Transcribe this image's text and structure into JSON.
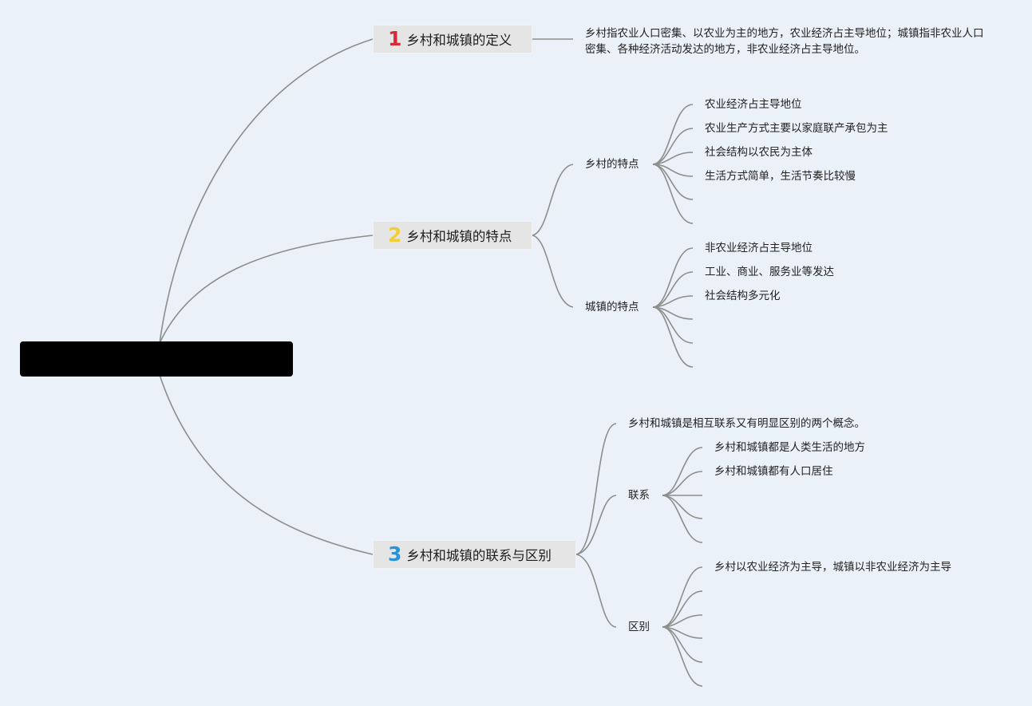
{
  "root": {
    "title": ""
  },
  "colors": {
    "background": "#eaf1f8",
    "connector": "#8a8f8c",
    "topic_fill": "#e5e5e5",
    "num1": "#d92a3a",
    "num2": "#f2cf3a",
    "num3": "#2a93d5"
  },
  "topics": [
    {
      "number": "1",
      "title": "乡村和城镇的定义",
      "note": "乡村指农业人口密集、以农业为主的地方，农业经济占主导地位；城镇指非农业人口密集、各种经济活动发达的地方，非农业经济占主导地位。"
    },
    {
      "number": "2",
      "title": "乡村和城镇的特点",
      "groups": [
        {
          "label": "乡村的特点",
          "items": [
            "农业经济占主导地位",
            "农业生产方式主要以家庭联产承包为主",
            "社会结构以农民为主体",
            "生活方式简单，生活节奏比较慢",
            "",
            ""
          ]
        },
        {
          "label": "城镇的特点",
          "items": [
            "非农业经济占主导地位",
            "工业、商业、服务业等发达",
            "社会结构多元化",
            "",
            "",
            ""
          ]
        }
      ]
    },
    {
      "number": "3",
      "title": "乡村和城镇的联系与区别",
      "intro": "乡村和城镇是相互联系又有明显区别的两个概念。",
      "groups": [
        {
          "label": "联系",
          "items": [
            "乡村和城镇都是人类生活的地方",
            "乡村和城镇都有人口居住",
            "",
            "",
            ""
          ]
        },
        {
          "label": "区别",
          "items": [
            "乡村以农业经济为主导，城镇以非农业经济为主导",
            "",
            "",
            "",
            "",
            ""
          ]
        }
      ]
    }
  ]
}
